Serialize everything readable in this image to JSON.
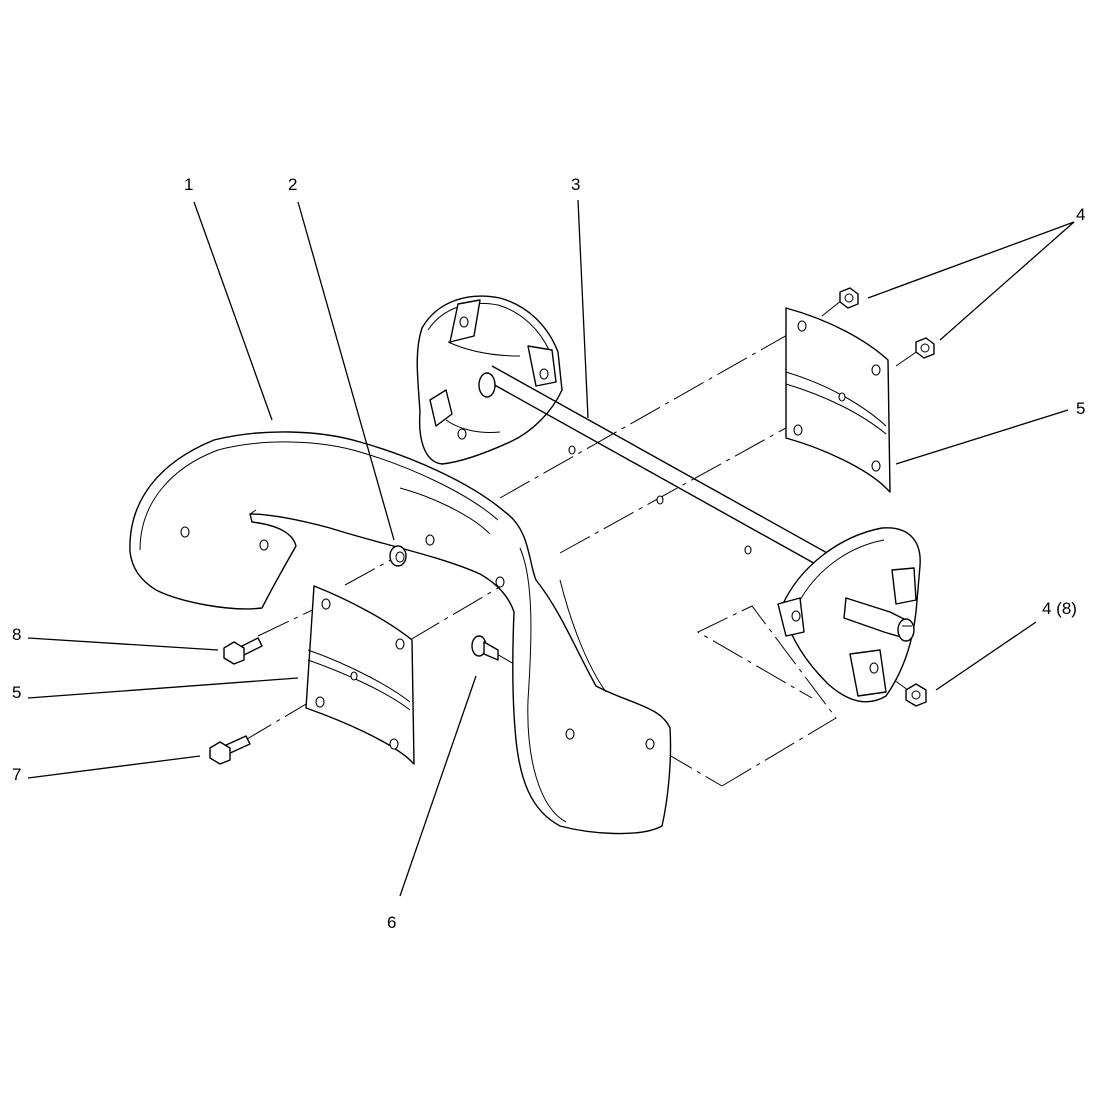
{
  "diagram": {
    "type": "exploded-parts-view",
    "line_color": "#000000",
    "background": "#ffffff"
  },
  "callouts": {
    "c1": "1",
    "c2": "2",
    "c3": "3",
    "c4_top": "4",
    "c5_right": "5",
    "c4_8": "4 (8)",
    "c8": "8",
    "c5_left": "5",
    "c7": "7",
    "c6": "6"
  }
}
